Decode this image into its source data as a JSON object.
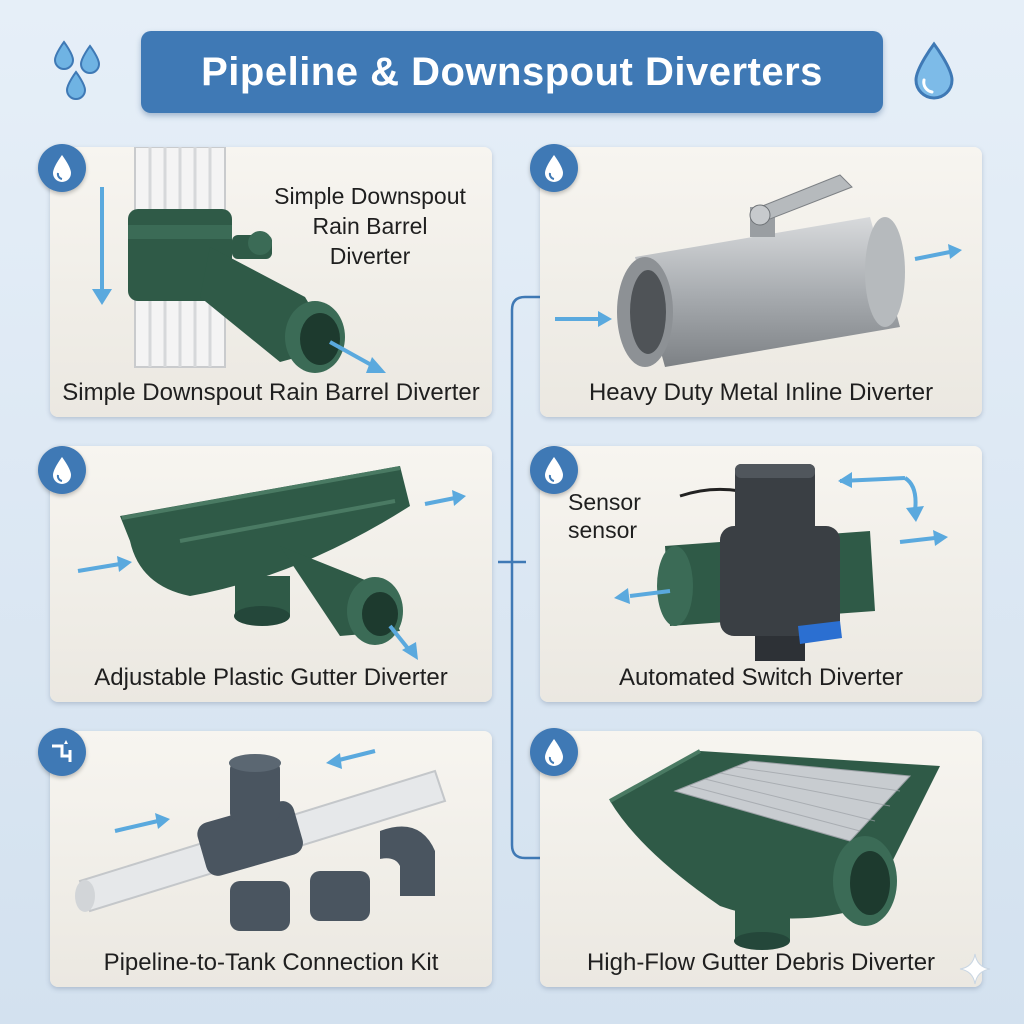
{
  "header": {
    "title": "Pipeline & Downspout Diverters"
  },
  "cards": [
    {
      "label": "Simple Downspout Rain Barrel Diverter",
      "callout": [
        "Simple Downspout",
        "Rain Barrel",
        "Diverter"
      ],
      "badge_icon": "water-drop-icon"
    },
    {
      "label": "Heavy Duty Metal Inline Diverter",
      "badge_icon": "water-drop-icon"
    },
    {
      "label": "Adjustable Plastic Gutter Diverter",
      "badge_icon": "water-drop-icon"
    },
    {
      "label": "Automated Switch Diverter",
      "callout": [
        "Sensor",
        "sensor"
      ],
      "badge_icon": "water-drop-icon"
    },
    {
      "label": "Pipeline-to-Tank Connection Kit",
      "badge_icon": "pipe-connection-icon"
    },
    {
      "label": "High-Flow Gutter Debris Diverter",
      "badge_icon": "water-drop-icon"
    }
  ],
  "colors": {
    "accent": "#3f79b5",
    "flow_arrow": "#5aa9de",
    "gutter_green": "#2f5a47",
    "pvc_gray": "#4a5560",
    "metal": "#a9adb1"
  }
}
